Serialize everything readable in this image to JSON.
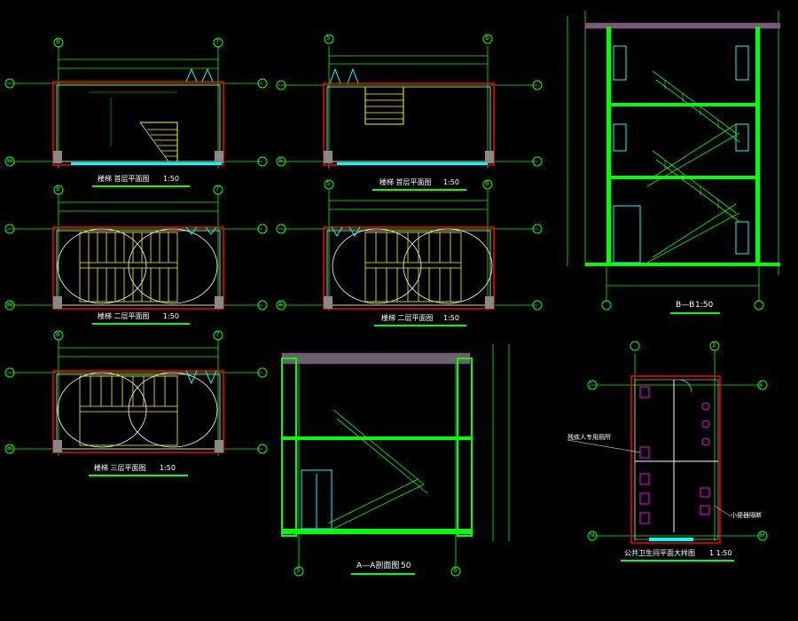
{
  "titles": {
    "plan_top_left": "楼梯  首层平面图",
    "plan_top_mid": "楼梯  首层平面图",
    "plan_mid_left": "楼梯  二层平面图",
    "plan_mid_mid": "楼梯  二层平面图",
    "plan_bot_left": "楼梯  三层平面图",
    "section_aa": "A—A剖面图",
    "section_bb": "B—B",
    "restroom": "公共卫生间平面大样图",
    "scale_plan": "1:50",
    "scale_section": "50",
    "scale_bb": "1:50",
    "scale_restroom": "1 1:50"
  },
  "axis_labels": {
    "six": "6",
    "seven": "7",
    "five": "5",
    "H": "H",
    "A": "A",
    "J": "J",
    "two": "2"
  },
  "callouts": {
    "restroom_note_1": "残疾人专用厕所",
    "restroom_note_2": "小便器隔断"
  },
  "colors": {
    "background": "#000000",
    "wall": "#ff0000",
    "dimension": "#00ff00",
    "stair": "#ffff00",
    "window": "#00ffff",
    "fixture": "#ff00ff",
    "outline": "#ffffff"
  }
}
